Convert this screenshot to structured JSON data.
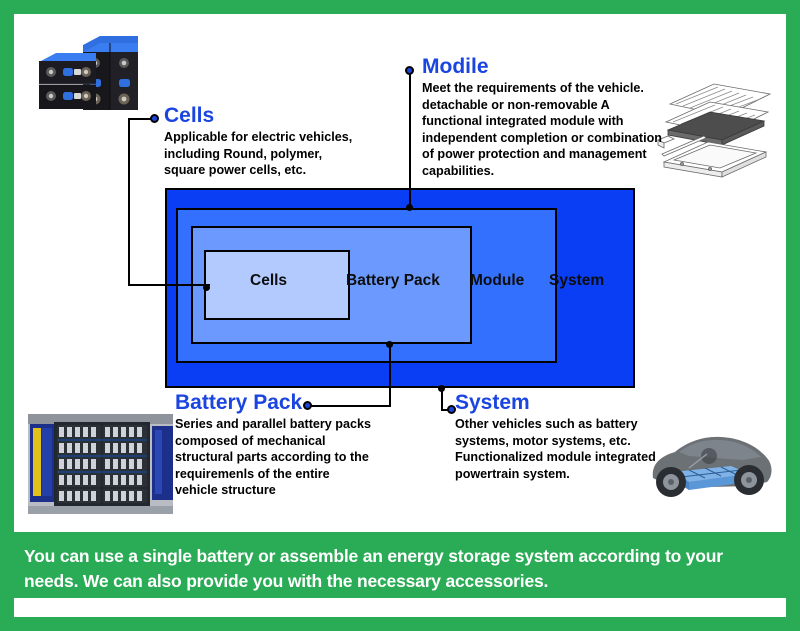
{
  "colors": {
    "frame_green": "#2aab55",
    "heading_blue": "#1a45e0",
    "system_blue": "#0a3ef5",
    "module_blue": "#3370fd",
    "pack_blue": "#6b99fd",
    "cells_blue": "#b3caff"
  },
  "diagram": {
    "system_label": "System",
    "module_label": "Module",
    "pack_label": "Battery Pack",
    "cells_label": "Cells"
  },
  "callouts": {
    "cells": {
      "title": "Cells",
      "body": "Applicable for electric vehicles, including Round, polymer, square power cells, etc."
    },
    "module": {
      "title": "Modile",
      "body": "Meet the requirements of the vehicle. detachable or non-removable A functional integrated module with independent completion or combination of power protection and management capabilities."
    },
    "pack": {
      "title": "Battery Pack",
      "body": "Series and parallel battery packs composed of mechanical structural parts according to the requiremenls of the entire vehicle structure"
    },
    "system": {
      "title": "System",
      "body": "Other vehicles such as battery systems, motor systems, etc. Functionalized module integrated powertrain system."
    }
  },
  "banner": {
    "text": "You can use a single battery or assemble an energy storage system according to your needs. We can also provide you with the necessary accessories."
  },
  "images": {
    "cells_photo": "prismatic-battery-cells-photo",
    "module_diagram": "exploded-battery-module-diagram",
    "pack_photo": "battery-pack-assembly-photo",
    "car_photo": "electric-vehicle-cutaway-photo"
  }
}
